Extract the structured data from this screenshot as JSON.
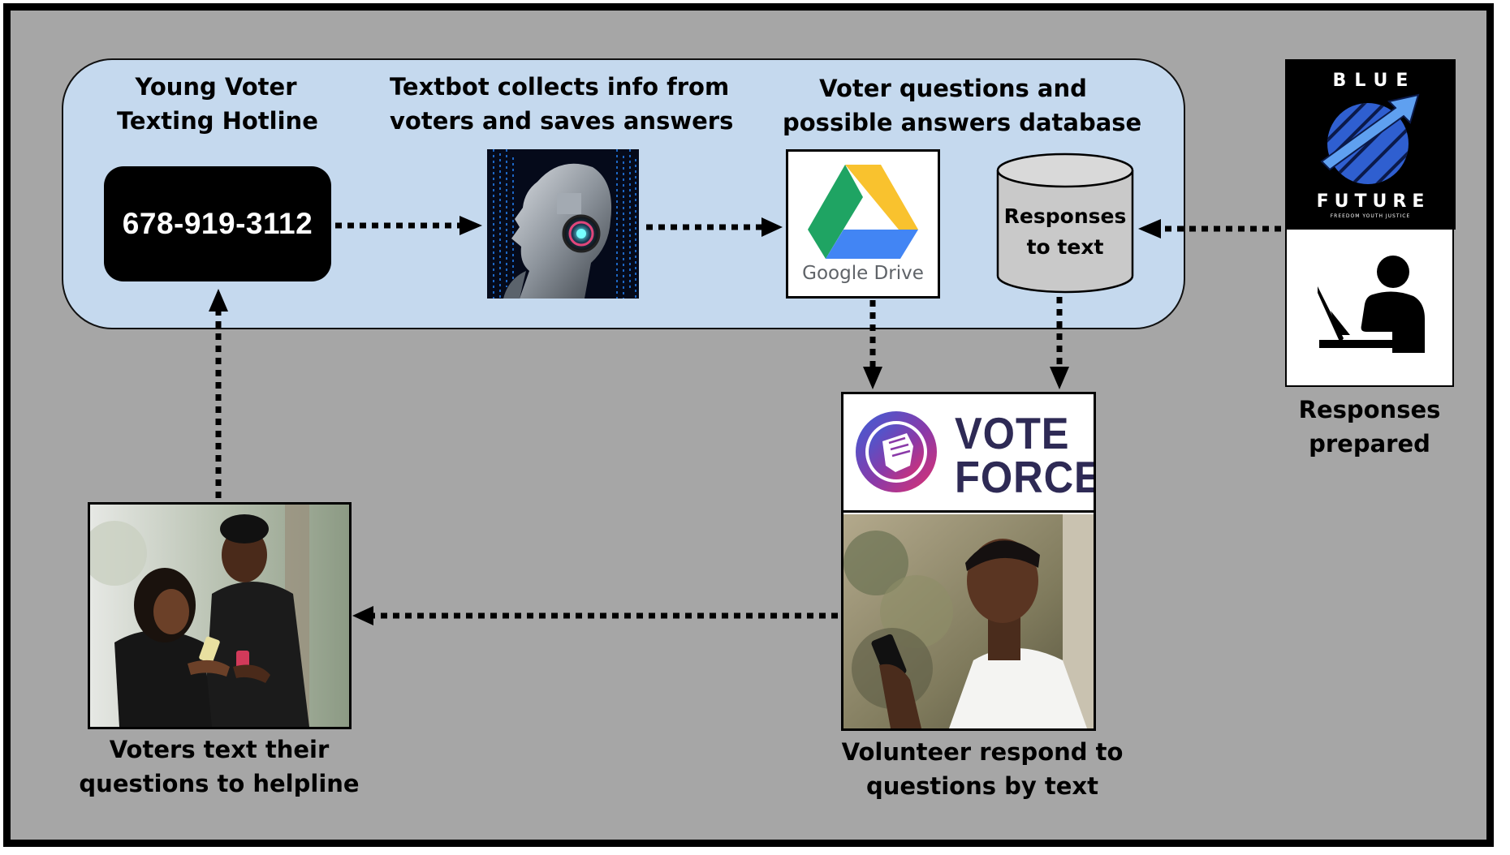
{
  "hotline": {
    "title_line1": "Young Voter",
    "title_line2": "Texting Hotline",
    "phone_number": "678-919-3112"
  },
  "textbot": {
    "title_line1": "Textbot  collects info from",
    "title_line2": "voters and saves answers"
  },
  "database": {
    "title_line1": "Voter questions and",
    "title_line2": "possible answers database",
    "gdrive_label": "Google Drive",
    "db_line1": "Responses",
    "db_line2": "to text"
  },
  "blue_future": {
    "logo_top": "BLUE",
    "logo_bottom": "FUTURE",
    "logo_tagline": "FREEDOM  YOUTH  JUSTICE",
    "caption_line1": "Responses",
    "caption_line2": "prepared"
  },
  "vote_force": {
    "logo_line1": "VOTE",
    "logo_line2": "FORCE",
    "caption_line1": "Volunteer respond to",
    "caption_line2": "questions by text"
  },
  "voters": {
    "caption_line1": "Voters text their",
    "caption_line2": "questions to helpline"
  },
  "colors": {
    "background": "#a6a6a6",
    "panel": "#c5d9ee",
    "vote_force_text": "#2e2a55",
    "blue_future_accent": "#3a6fd8"
  }
}
